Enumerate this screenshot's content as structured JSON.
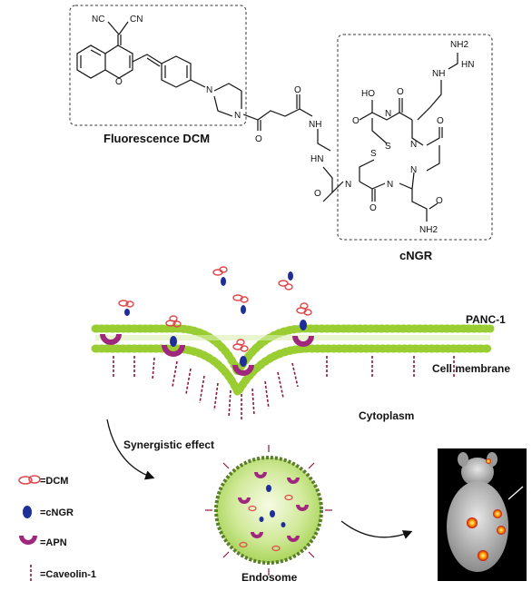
{
  "structure": {
    "dcm_label": "Fluorescence DCM",
    "cngr_label": "cNGR",
    "atoms": {
      "nc": "NC",
      "cn": "CN",
      "o_chromene": "O",
      "n_pip_a": "N",
      "n_pip_b": "N",
      "o_amide1": "O",
      "o_amide2": "O",
      "nh_1": "NH",
      "nh_2": "HN",
      "oh": "HO",
      "o_acid": "O",
      "s1": "S",
      "s2": "S",
      "nh2_top": "NH2",
      "nh_gu": "NH",
      "hn_gu": "HN",
      "n_r1": "N",
      "n_r2": "N",
      "n_r3": "N",
      "n_r4": "N",
      "n_r5": "N",
      "o_r1": "O",
      "o_r2": "O",
      "o_r3": "O",
      "o_r4": "O",
      "o_r5": "O",
      "nh2_bottom": "NH2"
    }
  },
  "cell": {
    "panc_label": "PANC-1",
    "membrane_label": "Cell membrane",
    "cytoplasm_label": "Cytoplasm",
    "synergy_label": "Synergistic effect",
    "endosome_label": "Endosome"
  },
  "legend": {
    "items": [
      {
        "label": "=DCM",
        "icon": "dcm-icon"
      },
      {
        "label": "=cNGR",
        "icon": "cngr-icon"
      },
      {
        "label": "=APN",
        "icon": "apn-icon"
      },
      {
        "label": "=Caveolin-1",
        "icon": "caveolin-icon"
      }
    ]
  },
  "colors": {
    "membrane": "#9acd32",
    "dcm": "#e0464b",
    "cngr": "#1f2f9a",
    "apn": "#a0287c",
    "caveolin": "#8b1a3a"
  }
}
